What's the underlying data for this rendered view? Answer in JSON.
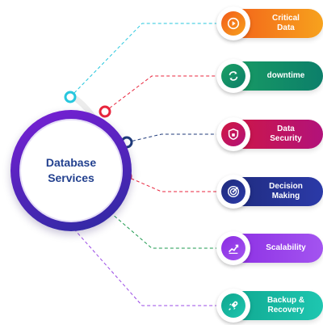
{
  "hub": {
    "line1": "Database",
    "line2": "Services"
  },
  "items": [
    {
      "label": "Critical\nData",
      "icon": "play-clock-icon",
      "from": "#f25a1a",
      "to": "#f7a21d"
    },
    {
      "label": "downtime",
      "icon": "recycle-icon",
      "from": "#1a9f63",
      "to": "#0c7f6a"
    },
    {
      "label": "Data\nSecurity",
      "icon": "shield-lock-icon",
      "from": "#d1173f",
      "to": "#b2127a"
    },
    {
      "label": "Decision\nMaking",
      "icon": "target-icon",
      "from": "#1e2a7a",
      "to": "#2b3aa8"
    },
    {
      "label": "Scalability",
      "icon": "growth-chart-icon",
      "from": "#8a2be2",
      "to": "#a354f0"
    },
    {
      "label": "Backup &\nRecovery",
      "icon": "rocket-icon",
      "from": "#0ea58d",
      "to": "#1ec6b0"
    }
  ],
  "colors": {
    "hub_from": "#7a1fd6",
    "hub_to": "#2c2aa0",
    "hub_text": "#23418f",
    "arc": "#eeeeee",
    "node_colors": [
      "#27c7de",
      "#e8243c",
      "#1f3a7a",
      "#e8243c",
      "#1e9a4f",
      "#9b4be6"
    ]
  }
}
